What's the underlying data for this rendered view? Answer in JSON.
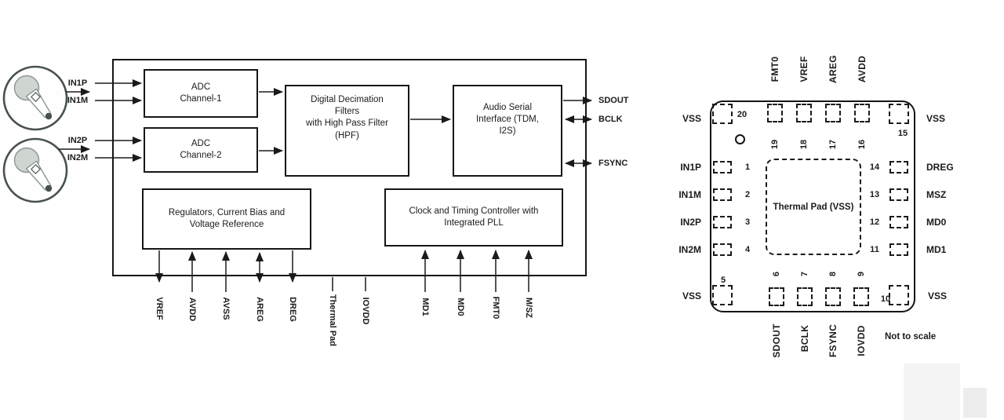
{
  "colors": {
    "line": "#1b1b1b",
    "mic_stroke": "#47524f",
    "mic_fill": "#cfd6d1"
  },
  "icons": [
    "microphone-icon"
  ],
  "block_diagram": {
    "inputs": [
      "IN1P",
      "IN1M",
      "IN2P",
      "IN2M"
    ],
    "outputs": [
      "SDOUT",
      "BCLK",
      "FSYNC"
    ],
    "blocks": {
      "adc1": [
        "ADC",
        "Channel-1"
      ],
      "adc2": [
        "ADC",
        "Channel-2"
      ],
      "ddf": [
        "Digital Decimation",
        "Filters",
        "with High Pass Filter",
        "(HPF)"
      ],
      "asi": [
        "Audio Serial",
        "Interface (TDM,",
        "I2S)"
      ],
      "reg": [
        "Regulators, Current Bias and",
        "Voltage Reference"
      ],
      "clk": [
        "Clock and Timing Controller with",
        "Integrated PLL"
      ]
    },
    "bottom_labels": [
      "VREF",
      "AVDD",
      "AVSS",
      "AREG",
      "DREG",
      "Thermal Pad",
      "IOVDD",
      "MD1",
      "MD0",
      "FMT0",
      "M/SZ"
    ]
  },
  "pinout": {
    "top_labels": [
      "FMT0",
      "VREF",
      "AREG",
      "AVDD"
    ],
    "top_numbers": [
      "19",
      "18",
      "17",
      "16"
    ],
    "bottom_numbers": [
      "6",
      "7",
      "8",
      "9"
    ],
    "bottom_labels": [
      "SDOUT",
      "BCLK",
      "FSYNC",
      "IOVDD"
    ],
    "left_pins": [
      {
        "num": "1",
        "label": "IN1P"
      },
      {
        "num": "2",
        "label": "IN1M"
      },
      {
        "num": "3",
        "label": "IN2P"
      },
      {
        "num": "4",
        "label": "IN2M"
      }
    ],
    "right_pins": [
      {
        "num": "14",
        "label": "DREG"
      },
      {
        "num": "13",
        "label": "MSZ"
      },
      {
        "num": "12",
        "label": "MD0"
      },
      {
        "num": "11",
        "label": "MD1"
      }
    ],
    "corners": {
      "tl": {
        "num": "20",
        "label": "VSS"
      },
      "tr": {
        "num": "15",
        "label": "VSS"
      },
      "bl": {
        "num": "5",
        "label": "VSS"
      },
      "br": {
        "num": "10",
        "label": "VSS"
      }
    },
    "thermal_pad": "Thermal Pad (VSS)",
    "note": "Not to scale"
  }
}
